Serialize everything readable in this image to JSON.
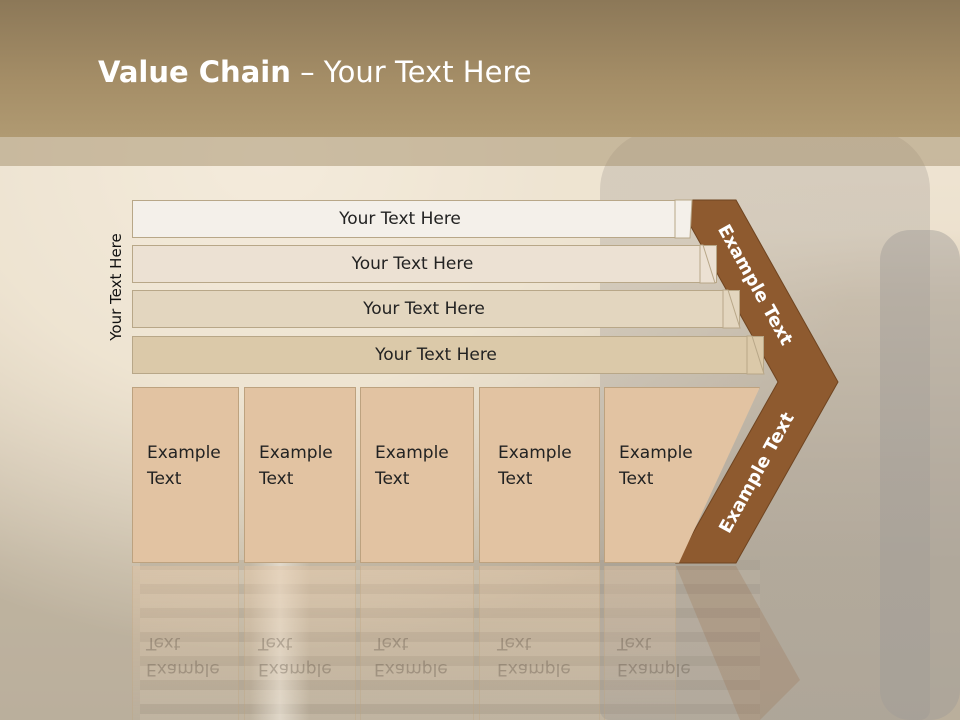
{
  "slide": {
    "title_bold": "Value Chain",
    "title_rest": " – Your Text Here",
    "side_label": "Your Text Here"
  },
  "rows": [
    {
      "label": "Your Text Here",
      "color": "#f4f0ea"
    },
    {
      "label": "Your Text Here",
      "color": "#ece1d3"
    },
    {
      "label": "Your Text Here",
      "color": "#e3d6bf"
    },
    {
      "label": "Your Text Here",
      "color": "#dbc9a9"
    }
  ],
  "cells": [
    {
      "line1": "Example",
      "line2": "Text"
    },
    {
      "line1": "Example",
      "line2": "Text"
    },
    {
      "line1": "Example",
      "line2": "Text"
    },
    {
      "line1": "Example",
      "line2": "Text"
    },
    {
      "line1": "Example",
      "line2": "Text"
    }
  ],
  "arrow": {
    "upper_label": "Example Text",
    "lower_label": "Example Text",
    "color": "#8e5a2f"
  },
  "colors": {
    "title_band": "#a58e67",
    "cell_fill": "#e2c3a2"
  }
}
